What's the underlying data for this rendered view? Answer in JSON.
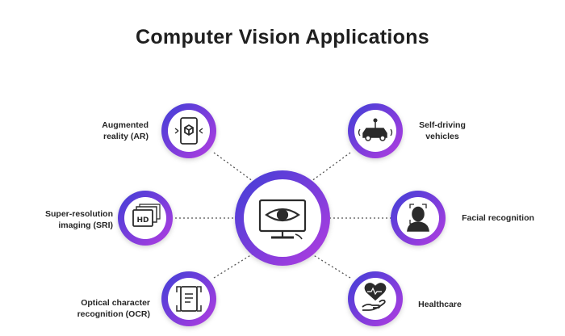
{
  "title": "Computer Vision Applications",
  "center": {
    "icon": "computer-eye-icon"
  },
  "applications": [
    {
      "label": "Augmented\nreality (AR)",
      "icon": "ar-phone-cube-icon"
    },
    {
      "label": "Super-resolution\nimaging (SRI)",
      "icon": "hd-image-icon"
    },
    {
      "label": "Optical character\nrecognition (OCR)",
      "icon": "ocr-document-icon"
    },
    {
      "label": "Self-driving\nvehicles",
      "icon": "autonomous-car-icon"
    },
    {
      "label": "Facial recognition",
      "icon": "face-scan-icon"
    },
    {
      "label": "Healthcare",
      "icon": "heart-hand-icon"
    }
  ],
  "colors": {
    "ring_gradient_start": "#3f3fd6",
    "ring_gradient_end": "#b33de0",
    "icon": "#2b2b2b",
    "connector": "#555555"
  }
}
